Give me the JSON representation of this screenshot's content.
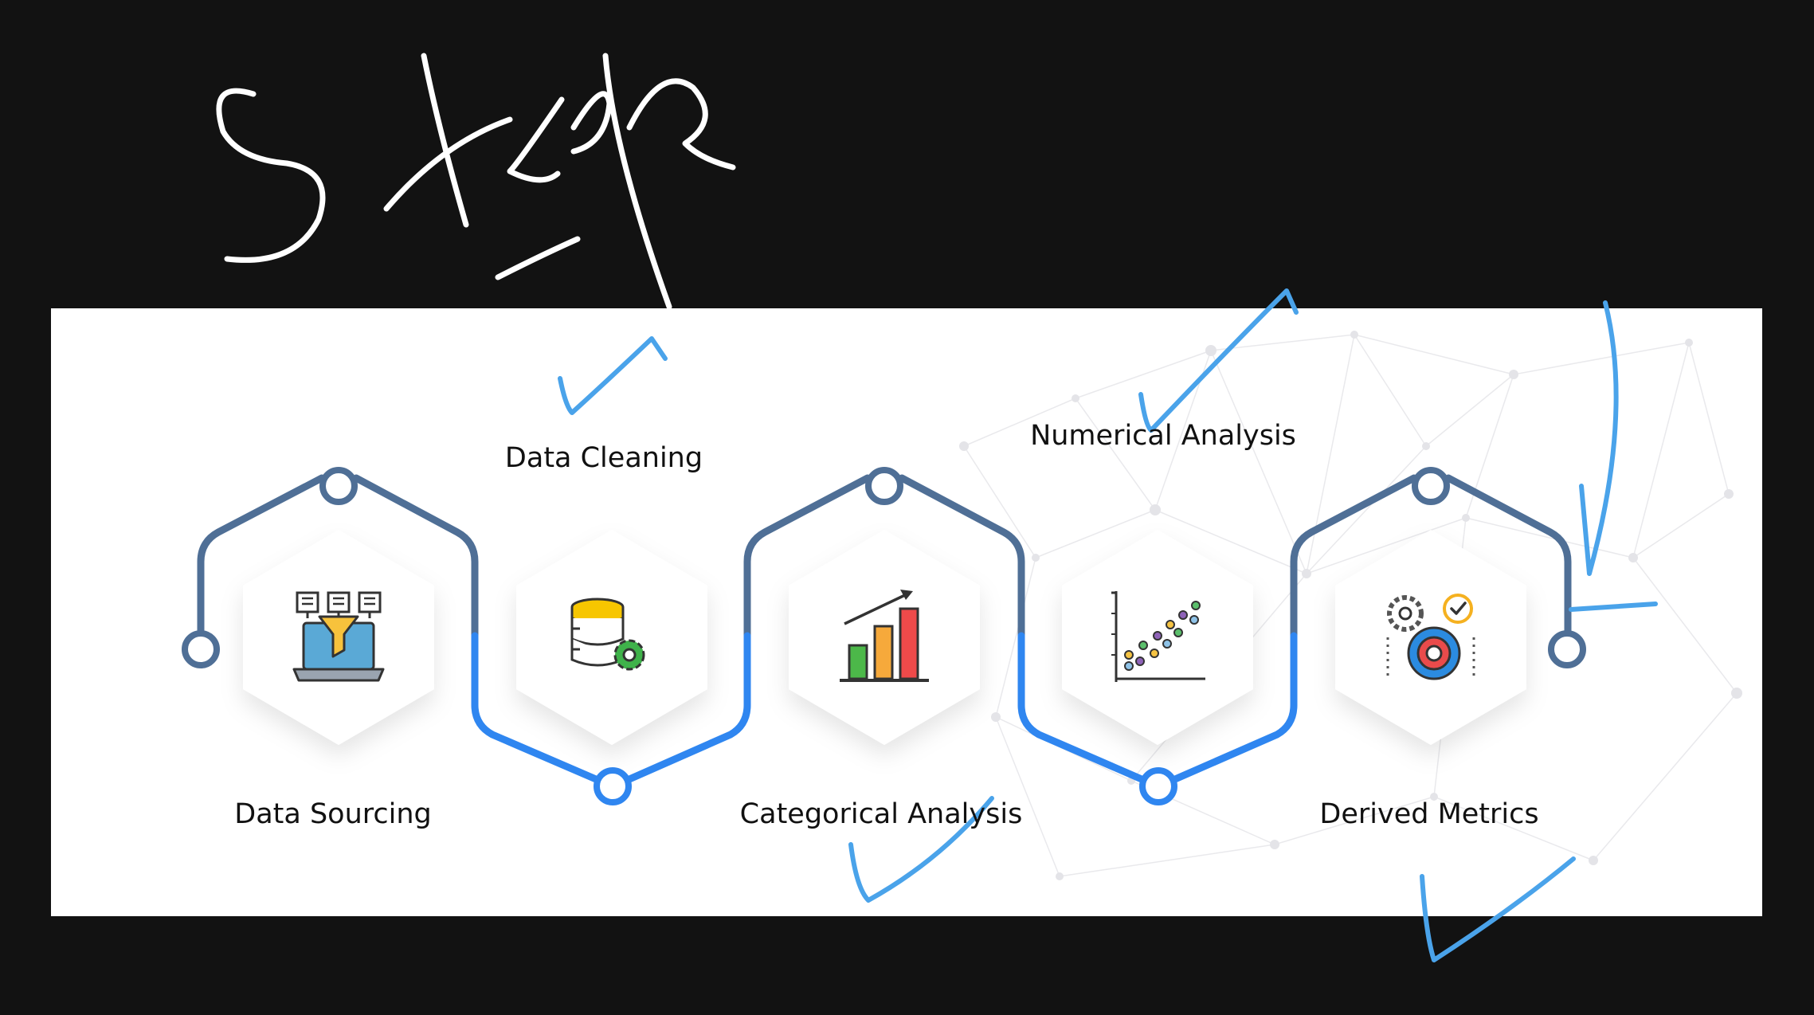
{
  "diagram": {
    "steps": [
      {
        "label": "Data Sourcing",
        "icon": "data-sourcing-funnel-laptop-icon"
      },
      {
        "label": "Data Cleaning",
        "icon": "database-gear-icon"
      },
      {
        "label": "Categorical Analysis",
        "icon": "bar-chart-growth-icon"
      },
      {
        "label": "Numerical Analysis",
        "icon": "scatter-plot-icon"
      },
      {
        "label": "Derived Metrics",
        "icon": "gears-check-icon"
      }
    ],
    "colors": {
      "upper_path": "#4f6f96",
      "lower_path": "#2f86f0",
      "panel": "#ffffff",
      "background": "#121212",
      "annotation_white": "#ffffff",
      "annotation_blue": "#4aa3ea"
    }
  },
  "annotations": {
    "handwriting": "5 steps",
    "checkmarks": 5
  }
}
